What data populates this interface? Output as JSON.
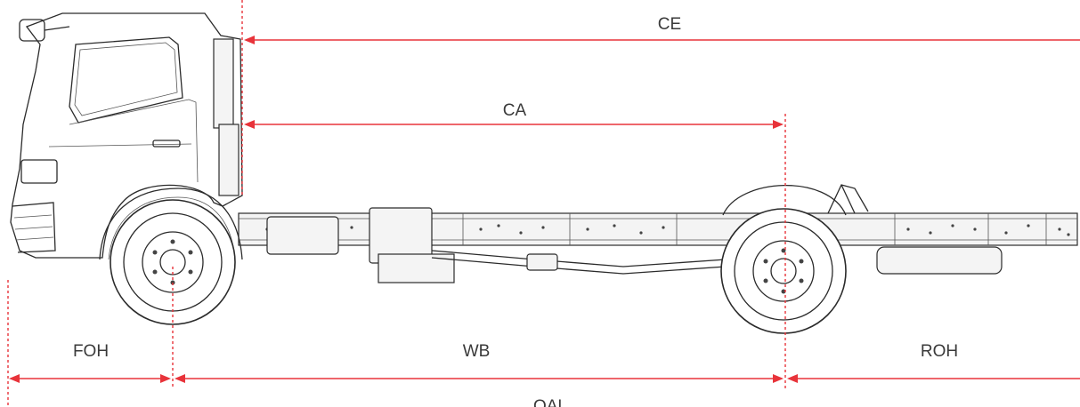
{
  "dimensions": {
    "ce": "CE",
    "ca": "CA",
    "foh": "FOH",
    "wb": "WB",
    "roh": "ROH",
    "oal": "OAL"
  },
  "colors": {
    "dimension": "#e8333a",
    "outline": "#2b2b2b",
    "label": "#3a3a3a"
  }
}
